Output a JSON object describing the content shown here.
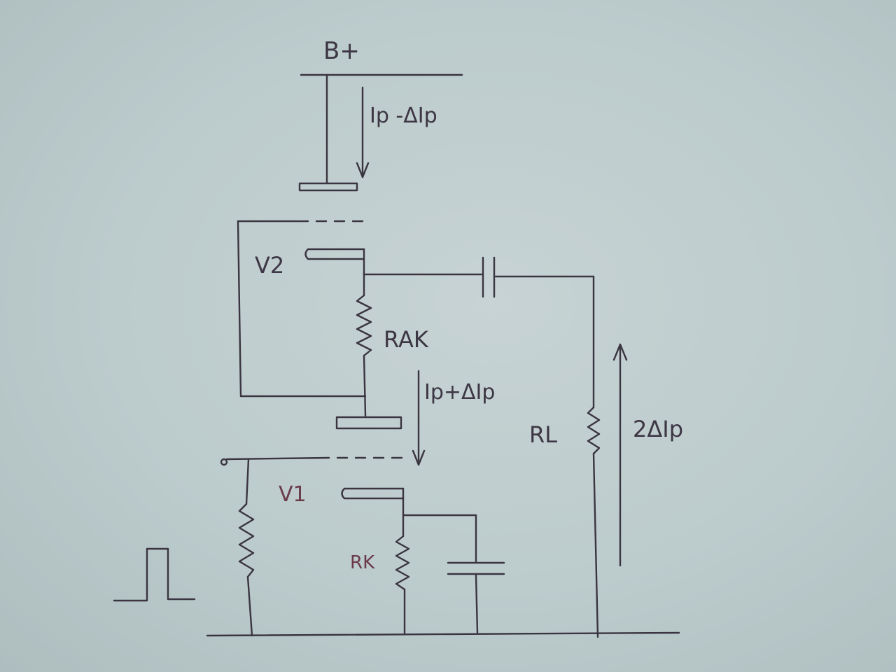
{
  "labels": {
    "supply": "B+",
    "top_current": "Ip -ΔIp",
    "tube_upper": "V2",
    "tube_lower": "V1",
    "resistor_ak": "RAK",
    "mid_current": "Ip+ΔIp",
    "load_resistor": "RL",
    "load_current": "2ΔIp",
    "cathode_resistor": "RK"
  }
}
